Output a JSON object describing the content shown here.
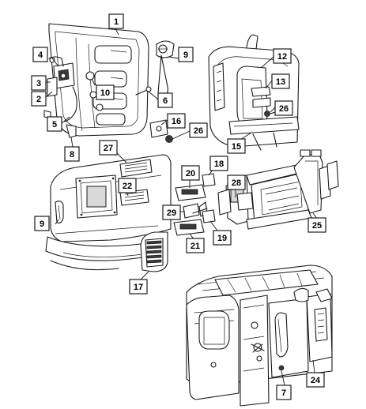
{
  "callouts": [
    {
      "id": "c1",
      "label": "1"
    },
    {
      "id": "c4",
      "label": "4"
    },
    {
      "id": "c3",
      "label": "3"
    },
    {
      "id": "c2",
      "label": "2"
    },
    {
      "id": "c10",
      "label": "10"
    },
    {
      "id": "c5",
      "label": "5"
    },
    {
      "id": "c8",
      "label": "8"
    },
    {
      "id": "c9a",
      "label": "9"
    },
    {
      "id": "c6",
      "label": "6"
    },
    {
      "id": "c16",
      "label": "16"
    },
    {
      "id": "c26a",
      "label": "26"
    },
    {
      "id": "c12",
      "label": "12"
    },
    {
      "id": "c13",
      "label": "13"
    },
    {
      "id": "c26b",
      "label": "26"
    },
    {
      "id": "c15",
      "label": "15"
    },
    {
      "id": "c27",
      "label": "27"
    },
    {
      "id": "c22",
      "label": "22"
    },
    {
      "id": "c20",
      "label": "20"
    },
    {
      "id": "c18",
      "label": "18"
    },
    {
      "id": "c28",
      "label": "28"
    },
    {
      "id": "c29",
      "label": "29"
    },
    {
      "id": "c9b",
      "label": "9"
    },
    {
      "id": "c21",
      "label": "21"
    },
    {
      "id": "c19",
      "label": "19"
    },
    {
      "id": "c25",
      "label": "25"
    },
    {
      "id": "c17",
      "label": "17"
    },
    {
      "id": "c7",
      "label": "7"
    },
    {
      "id": "c24",
      "label": "24"
    }
  ]
}
